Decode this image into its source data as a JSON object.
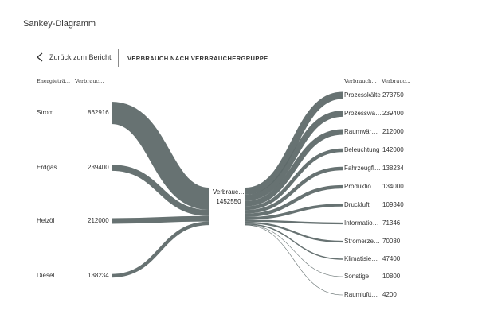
{
  "app": {
    "title": "Sankey-Diagramm"
  },
  "nav": {
    "back_label": "Zurück zum Bericht",
    "page_title": "VERBRAUCH NACH VERBRAUCHERGRUPPE"
  },
  "colors": {
    "flow": "#5f6a6a",
    "text": "#333333"
  },
  "left": {
    "headers": [
      "Energieträ…",
      "Verbrauc…"
    ],
    "rows": [
      {
        "name": "Strom",
        "value": "862916"
      },
      {
        "name": "Erdgas",
        "value": "239400"
      },
      {
        "name": "Heizöl",
        "value": "212000"
      },
      {
        "name": "Diesel",
        "value": "138234"
      }
    ]
  },
  "center": {
    "name": "Verbrauc…",
    "value": "1452550"
  },
  "right": {
    "headers": [
      "Verbrauch…",
      "Verbrauc…"
    ],
    "rows": [
      {
        "name": "Prozesskälte",
        "value": "273750"
      },
      {
        "name": "Prozesswä…",
        "value": "239400"
      },
      {
        "name": "Raumwär…",
        "value": "212000"
      },
      {
        "name": "Beleuchtung",
        "value": "142000"
      },
      {
        "name": "Fahrzeugfl…",
        "value": "138234"
      },
      {
        "name": "Produktio…",
        "value": "134000"
      },
      {
        "name": "Druckluft",
        "value": "109340"
      },
      {
        "name": "Informatio…",
        "value": "71346"
      },
      {
        "name": "Stromerze…",
        "value": "70080"
      },
      {
        "name": "Klimatisie…",
        "value": "47400"
      },
      {
        "name": "Sonstige",
        "value": "10800"
      },
      {
        "name": "Raumluftt…",
        "value": "4200"
      }
    ]
  }
}
